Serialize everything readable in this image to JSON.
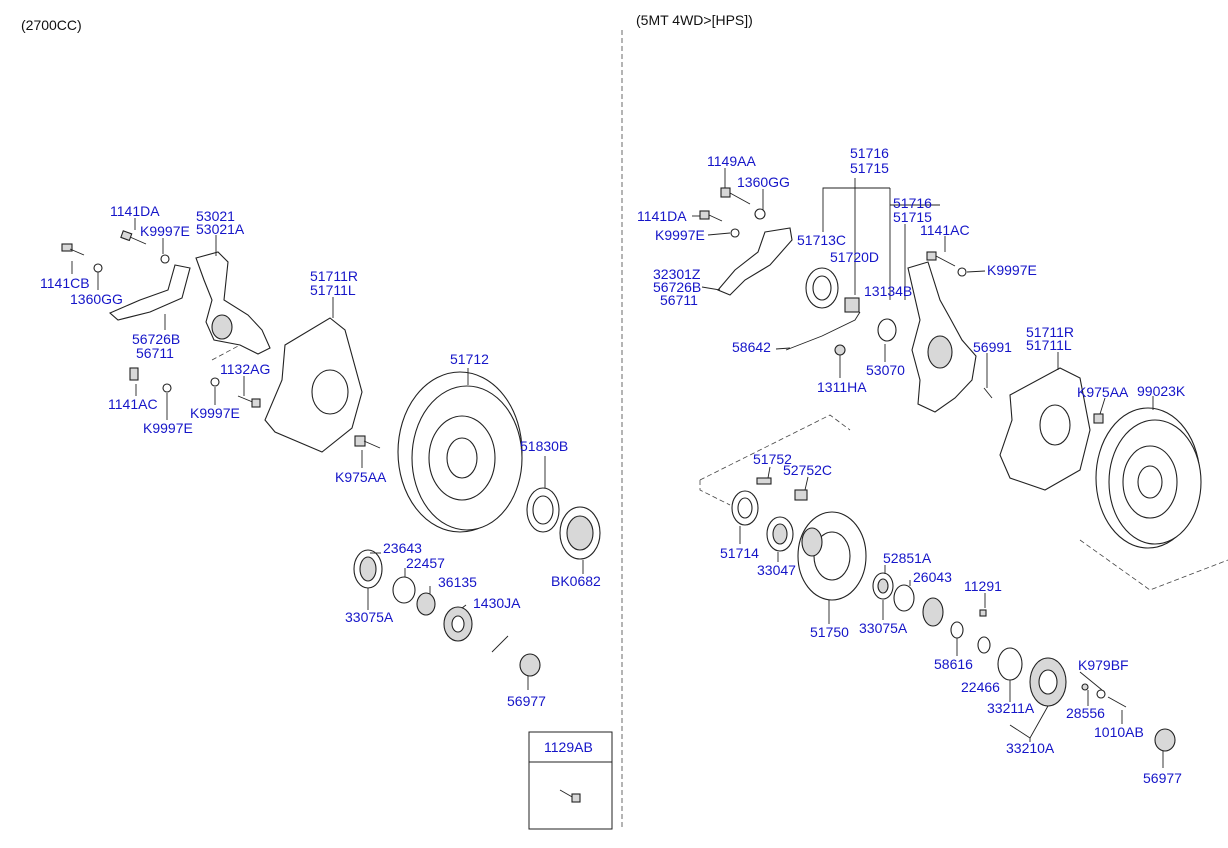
{
  "headers": {
    "left": "(2700CC)",
    "right": "(5MT 4WD>[HPS])"
  },
  "left_labels": {
    "l1141DA": "1141DA",
    "l53021": "53021",
    "l53021A": "53021A",
    "lK9997E_top": "K9997E",
    "l1141CB": "1141CB",
    "l1360GG": "1360GG",
    "l51711R": "51711R",
    "l51711L": "51711L",
    "l56726B": "56726B",
    "l56711": "56711",
    "l1132AG": "1132AG",
    "l1141AC": "1141AC",
    "lK9997E_a": "K9997E",
    "lK9997E_b": "K9997E",
    "l51712": "51712",
    "lK975AA": "K975AA",
    "l51830B": "51830B",
    "lBK0682": "BK0682",
    "l23643": "23643",
    "l22457": "22457",
    "l36135": "36135",
    "l1430JA": "1430JA",
    "l33075A": "33075A",
    "l56977": "56977"
  },
  "inset_box": {
    "title": "1129AB"
  },
  "right_labels": {
    "r1149AA": "1149AA",
    "r1360GG": "1360GG",
    "r51716_top": "51716",
    "r51715_top": "51715",
    "r1141DA": "1141DA",
    "rK9997E_l": "K9997E",
    "r51713C": "51713C",
    "r51720D": "51720D",
    "r51716_b": "51716",
    "r51715_b": "51715",
    "r1141AC": "1141AC",
    "rK9997E_r": "K9997E",
    "r32301Z": "32301Z",
    "r56726B": "56726B",
    "r56711": "56711",
    "r13134B": "13134B",
    "r58642": "58642",
    "r53070": "53070",
    "r1311HA": "1311HA",
    "r56991": "56991",
    "r51711R": "51711R",
    "r51711L": "51711L",
    "rK975AA": "K975AA",
    "r99023K": "99023K",
    "r51752": "51752",
    "r52752C": "52752C",
    "r51714": "51714",
    "r33047": "33047",
    "r52851A": "52851A",
    "r26043": "26043",
    "r11291": "11291",
    "r51750": "51750",
    "r33075A": "33075A",
    "r58616": "58616",
    "r22466": "22466",
    "rK979BF": "K979BF",
    "r33211A": "33211A",
    "r28556": "28556",
    "r1010AB": "1010AB",
    "r33210A": "33210A",
    "r56977": "56977"
  }
}
